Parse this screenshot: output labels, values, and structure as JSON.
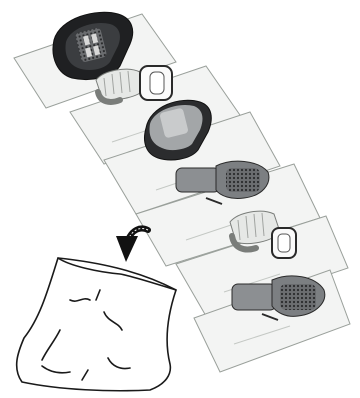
{
  "diagram": {
    "sheets": [
      {
        "id": 1,
        "contents": "mask-black"
      },
      {
        "id": 2,
        "contents": "cushion-pad"
      },
      {
        "id": 3,
        "contents": "mask-grey"
      },
      {
        "id": 4,
        "contents": "frame-grey"
      },
      {
        "id": 5,
        "contents": "cushion-pad"
      },
      {
        "id": 6,
        "contents": "frame-grey"
      }
    ],
    "arrow": {
      "direction": "down",
      "meaning": "place-into-bag"
    },
    "bag": {
      "type": "plastic-bag"
    }
  },
  "colors": {
    "sheet_fill": "#f3f4f3",
    "sheet_stroke": "#9aa09b",
    "mask_dark": "#1f2022",
    "mask_mid": "#5a5c5f",
    "frame_grey": "#8c8f92",
    "cushion": "#e9ebe9",
    "ink": "#202020"
  }
}
